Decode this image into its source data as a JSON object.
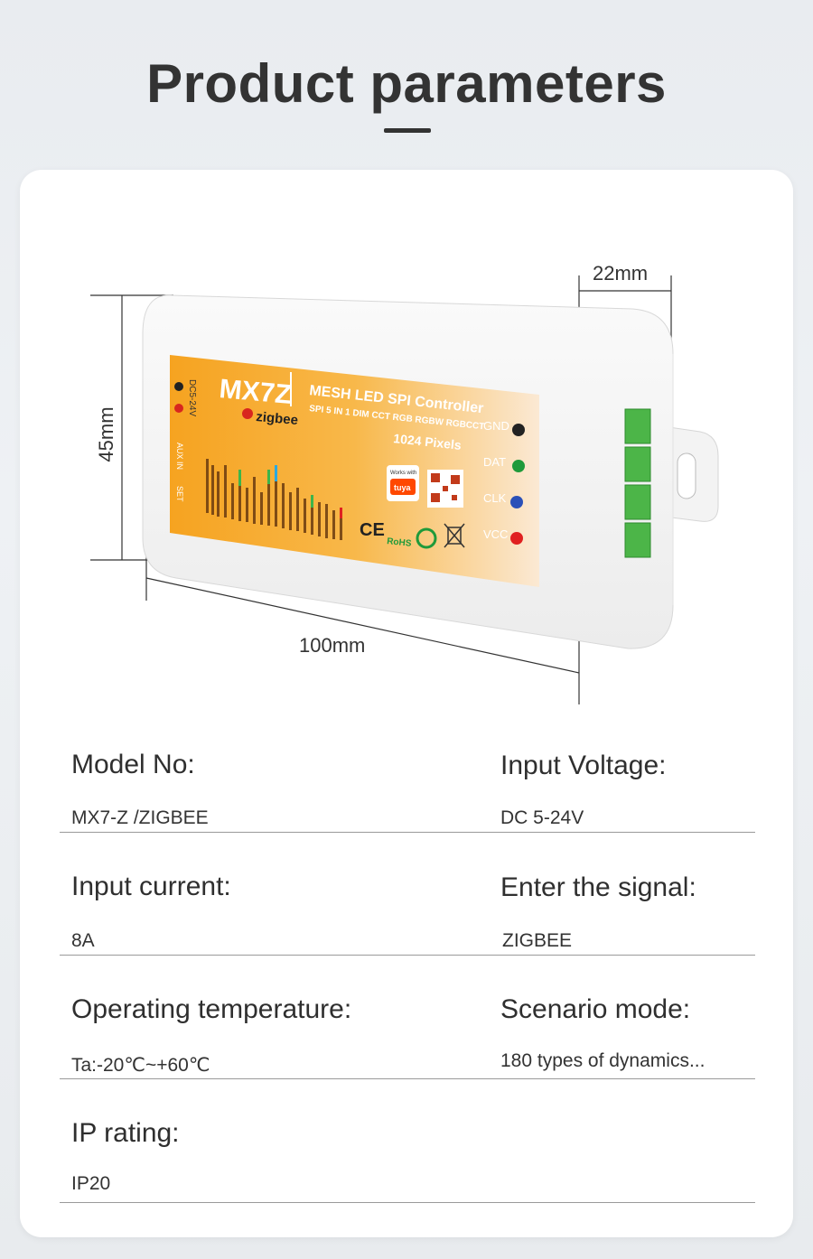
{
  "header": {
    "title": "Product parameters"
  },
  "dimensions": {
    "width": "22mm",
    "length": "100mm",
    "height": "45mm"
  },
  "device": {
    "model_logo": "MX7Z",
    "brand": "zigbee",
    "heading": "MESH LED SPI Controller",
    "subheading": "SPI 5 IN 1 DIM CCT RGB RGBW RGBCCT",
    "pixels": "1024 Pixels",
    "voltage_marking": "DC5-24V",
    "aux_label": "AUX IN",
    "set_label": "SET",
    "works_with": "Works with",
    "tuya": "tuya",
    "ce": "CE",
    "rohs": "RoHS",
    "terminals": [
      {
        "label": "GND",
        "color": "#222222"
      },
      {
        "label": "DAT",
        "color": "#1f9a3a"
      },
      {
        "label": "CLK",
        "color": "#2a50b8"
      },
      {
        "label": "VCC",
        "color": "#e02020"
      }
    ]
  },
  "specs": [
    {
      "label": "Model No:",
      "value": "MX7-Z /ZIGBEE"
    },
    {
      "label": "Input Voltage:",
      "value": "DC 5-24V"
    },
    {
      "label": "Input current:",
      "value": "8A"
    },
    {
      "label": "Enter the signal:",
      "value": "ZIGBEE"
    },
    {
      "label": "Operating temperature:",
      "value": "Ta:-20℃~+60℃"
    },
    {
      "label": "Scenario mode:",
      "value": "180 types of dynamics..."
    },
    {
      "label": "IP rating:",
      "value": "IP20"
    }
  ]
}
